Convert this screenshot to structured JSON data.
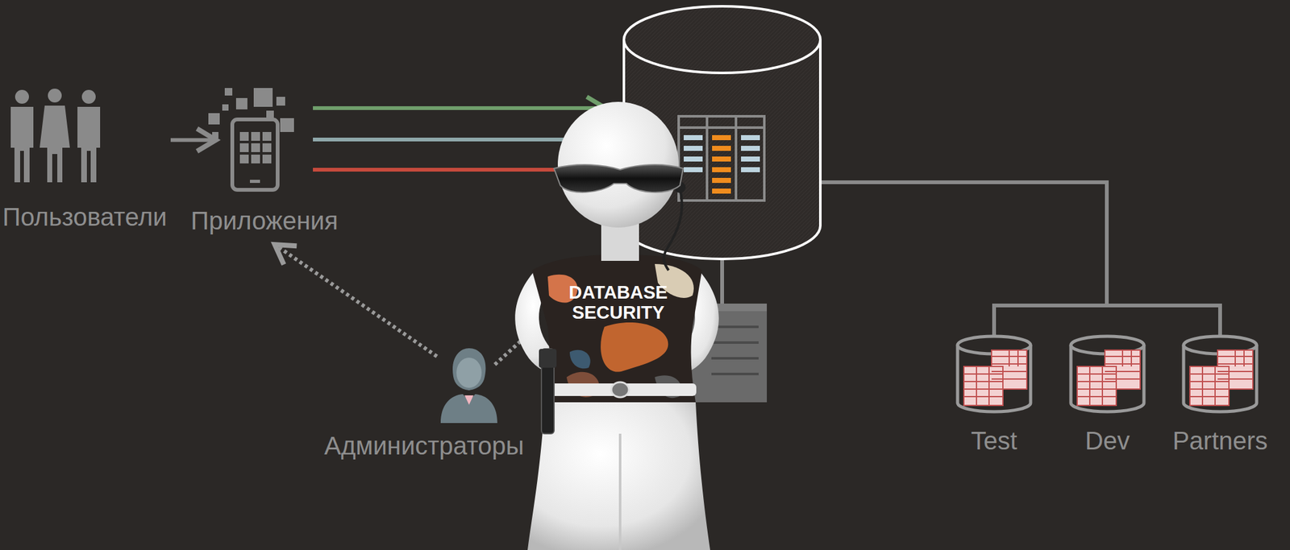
{
  "diagram": {
    "nodes": [
      {
        "text": [
          "Пользователи"
        ]
      },
      {
        "text": [
          "Приложения"
        ]
      },
      {
        "text": [
          "Администраторы"
        ]
      },
      {
        "text": [
          "Test"
        ]
      },
      {
        "text": [
          "Dev"
        ]
      },
      {
        "text": [
          "Partners"
        ]
      }
    ],
    "edges": [
      {
        "from": 0,
        "to": 1,
        "arrow": "to"
      },
      {
        "from": 2,
        "to": 1,
        "arrow": "to"
      }
    ],
    "labels": [
      "DATABASE SECURITY"
    ]
  }
}
